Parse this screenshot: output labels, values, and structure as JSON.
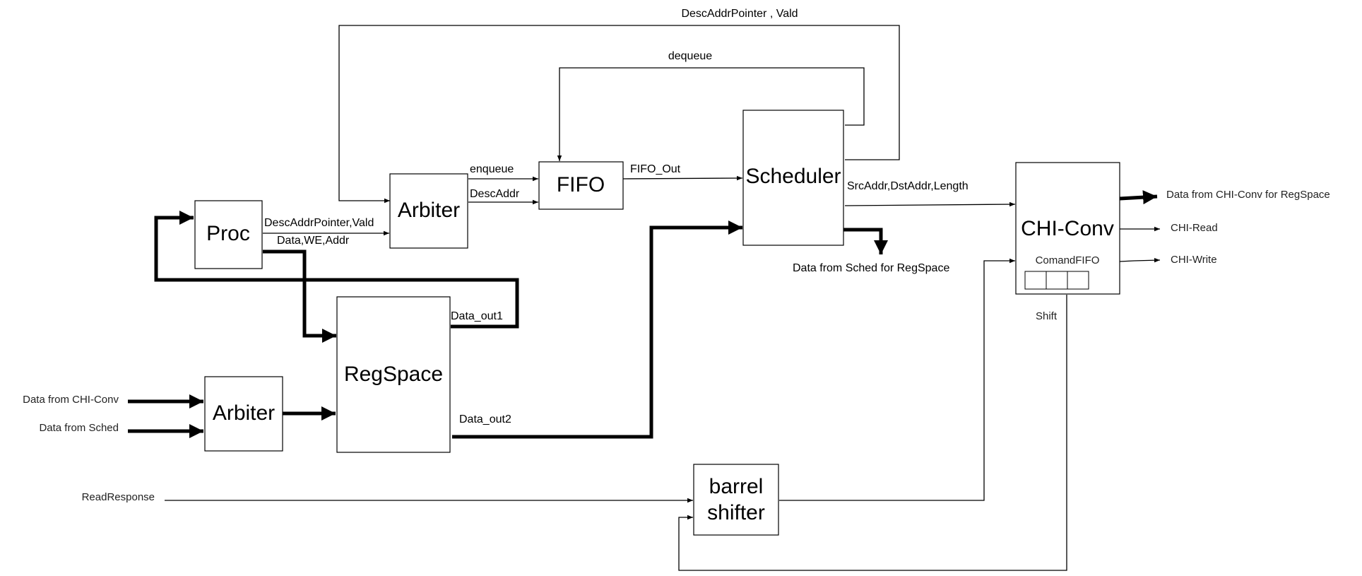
{
  "blocks": {
    "proc": "Proc",
    "arbiter_top": "Arbiter",
    "fifo": "FIFO",
    "scheduler": "Scheduler",
    "regspace": "RegSpace",
    "arbiter_bottom": "Arbiter",
    "barrel_shifter_line1": "barrel",
    "barrel_shifter_line2": "shifter",
    "chi_conv": "CHI-Conv",
    "comand_fifo": "ComandFIFO"
  },
  "labels": {
    "desc_addr_pointer_vald_top": "DescAddrPointer , Vald",
    "dequeue": "dequeue",
    "enqueue": "enqueue",
    "desc_addr": "DescAddr",
    "fifo_out": "FIFO_Out",
    "desc_addr_pointer_vald": "DescAddrPointer,Vald",
    "data_we_addr": "Data,WE,Addr",
    "data_out1": "Data_out1",
    "data_out2": "Data_out2",
    "src_dst_length": "SrcAddr,DstAddr,Length",
    "data_from_sched_for_regspace": "Data from Sched for RegSpace",
    "data_from_chi_conv": "Data from CHI-Conv",
    "data_from_sched": "Data from Sched",
    "read_response": "ReadResponse",
    "shift": "Shift",
    "data_from_chi_conv_for_regspace": "Data from CHI-Conv for RegSpace",
    "chi_read": "CHI-Read",
    "chi_write": "CHI-Write"
  }
}
